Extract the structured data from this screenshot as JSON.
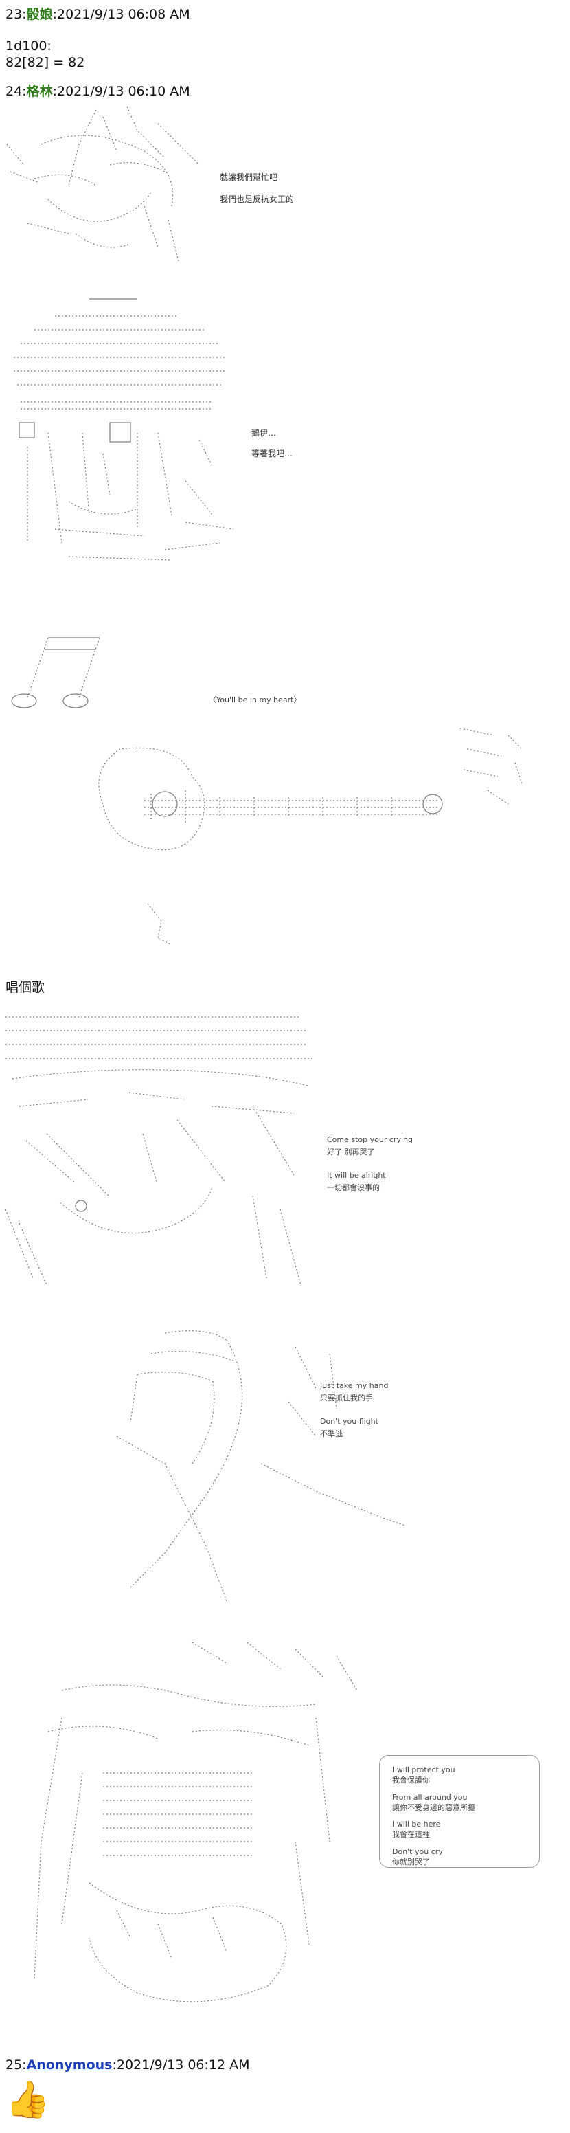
{
  "posts": [
    {
      "number": "23:",
      "name": "骰娘",
      "timestamp": ":2021/9/13 06:08 AM",
      "lines": [
        "1d100:",
        "82[82] = 82"
      ]
    },
    {
      "number": "24:",
      "name": "格林",
      "timestamp": ":2021/9/13 06:10 AM",
      "aa_dialogue_1": [
        "就讓我們幫忙吧",
        "我們也是反抗女王的"
      ],
      "aa_dialogue_2": [
        "鵝伊…",
        "等著我吧…"
      ],
      "song_caption": "〈You'll be in my heart〉",
      "sing_line": "唱個歌",
      "lyrics_1": [
        "Come stop your crying",
        "好了 別再哭了",
        "It will be alright",
        "一切都會沒事的"
      ],
      "lyrics_2": [
        "Just take my hand",
        "只要抓住我的手",
        "Don't you flight",
        "不準逃"
      ],
      "lyrics_3": [
        "I will protect you",
        "我會保護你",
        "From all around you",
        "讓你不受身邊的惡意所擾",
        "I will be here",
        "我會在這裡",
        "Don't you cry",
        "你就別哭了"
      ]
    },
    {
      "number": "25:",
      "name": "Anonymous",
      "timestamp": ":2021/9/13 06:12 AM",
      "reaction": "👍"
    }
  ],
  "colors": {
    "name_green": "#2e7d1a",
    "name_link": "#1a3fb8",
    "ascii_art": "#7a7a7a"
  }
}
